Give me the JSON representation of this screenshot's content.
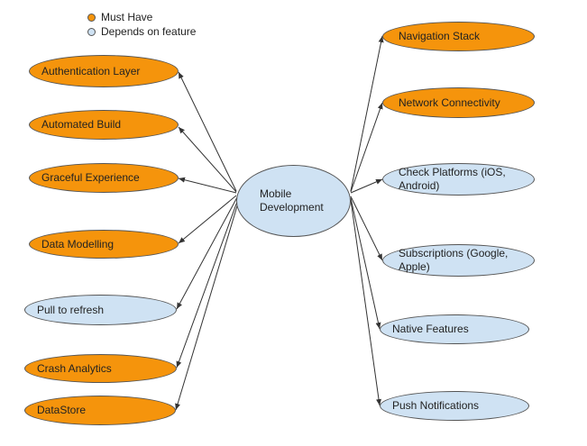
{
  "legend": {
    "must_have": "Must Have",
    "depends": "Depends on feature"
  },
  "colors": {
    "must_have": "#f5940c",
    "depends": "#cfe2f3"
  },
  "center": {
    "label": "Mobile Development"
  },
  "left_nodes": [
    {
      "label": "Authentication Layer",
      "kind": "must_have"
    },
    {
      "label": "Automated Build",
      "kind": "must_have"
    },
    {
      "label": "Graceful Experience",
      "kind": "must_have"
    },
    {
      "label": "Data Modelling",
      "kind": "must_have"
    },
    {
      "label": "Pull to refresh",
      "kind": "depends"
    },
    {
      "label": "Crash Analytics",
      "kind": "must_have"
    },
    {
      "label": "DataStore",
      "kind": "must_have"
    }
  ],
  "right_nodes": [
    {
      "label": "Navigation Stack",
      "kind": "must_have"
    },
    {
      "label": "Network Connectivity",
      "kind": "must_have"
    },
    {
      "label": "Check Platforms (iOS, Android)",
      "kind": "depends"
    },
    {
      "label": "Subscriptions (Google, Apple)",
      "kind": "depends"
    },
    {
      "label": "Native Features",
      "kind": "depends"
    },
    {
      "label": "Push Notifications",
      "kind": "depends"
    }
  ]
}
